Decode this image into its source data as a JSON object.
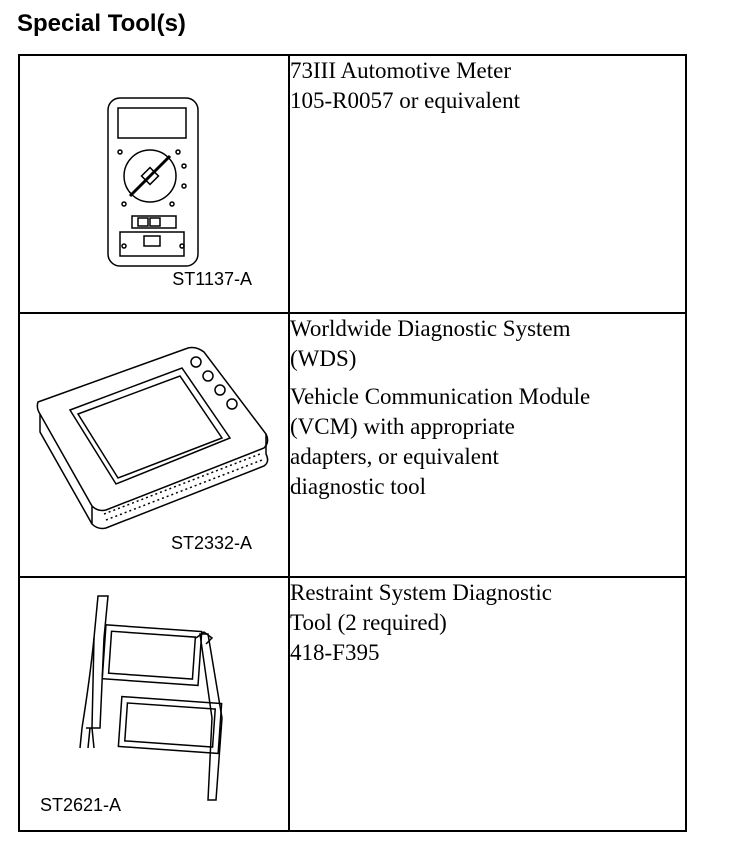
{
  "heading": "Special Tool(s)",
  "tools": [
    {
      "code": "ST1137-A",
      "icon": "multimeter-illustration",
      "lines": [
        "73III Automotive Meter",
        "105-R0057 or equivalent"
      ],
      "extra": []
    },
    {
      "code": "ST2332-A",
      "icon": "diagnostic-system-illustration",
      "lines": [
        "Worldwide Diagnostic System",
        "(WDS)"
      ],
      "extra": [
        "Vehicle Communication Module",
        "(VCM) with appropriate",
        "adapters, or equivalent",
        "diagnostic tool"
      ]
    },
    {
      "code": "ST2621-A",
      "icon": "restraint-tool-illustration",
      "lines": [
        "Restraint System Diagnostic",
        "Tool (2 required)",
        "418-F395"
      ],
      "extra": []
    }
  ]
}
